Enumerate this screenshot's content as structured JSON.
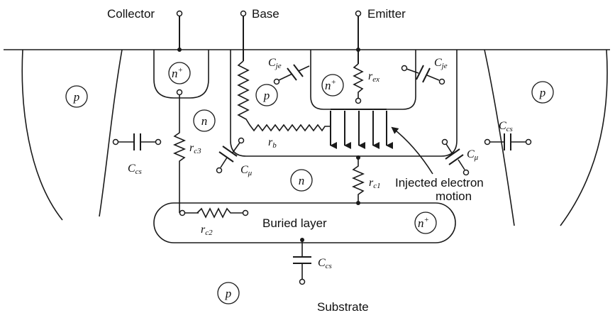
{
  "terminals": {
    "collector": "Collector",
    "base": "Base",
    "emitter": "Emitter"
  },
  "regions": {
    "p": "p",
    "n": "n",
    "n_plus": "n",
    "plus_sup": "+"
  },
  "components": {
    "r": "r",
    "C": "C",
    "rc3_sub": "c3",
    "rb_sub": "b",
    "rex_sub": "ex",
    "rc1_sub": "c1",
    "rc2_sub": "c2",
    "cje_sub": "je",
    "cmu_sub": "μ",
    "ccs_sub": "cs"
  },
  "labels": {
    "injected_line1": "Injected electron",
    "injected_line2": "motion",
    "buried_layer": "Buried layer",
    "substrate": "Substrate"
  }
}
